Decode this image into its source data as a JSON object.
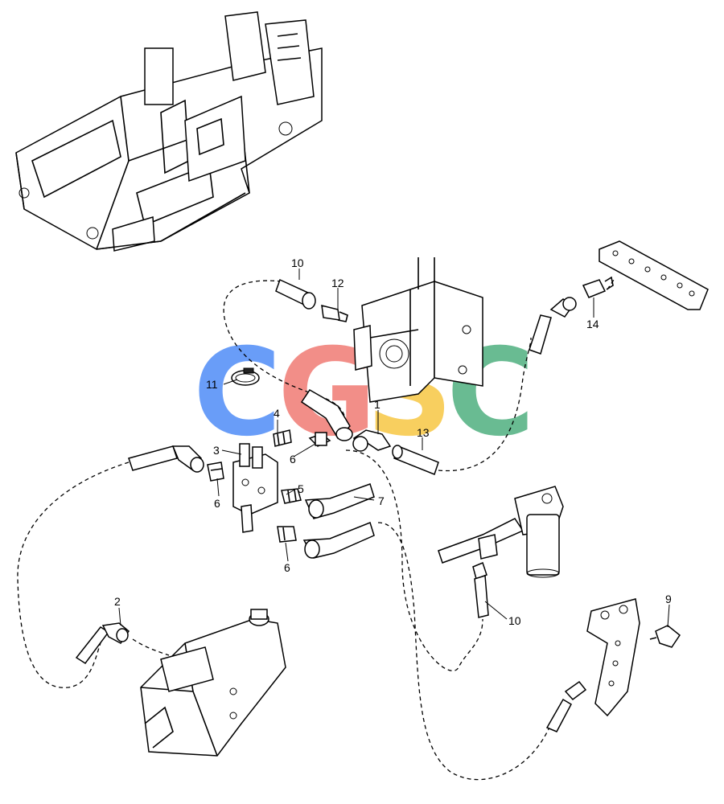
{
  "callouts": {
    "c1": "1",
    "c2": "2",
    "c3": "3",
    "c4": "4",
    "c5": "5",
    "c6a": "6",
    "c6b": "6",
    "c6c": "6",
    "c7": "7",
    "c9": "9",
    "c10a": "10",
    "c10b": "10",
    "c11": "11",
    "c12": "12",
    "c13": "13",
    "c14": "14"
  },
  "watermark": {
    "letters": [
      "C",
      "G",
      "S",
      "C"
    ],
    "colors": [
      "#4f8cf7",
      "#f07b74",
      "#f7c744",
      "#4fb07f"
    ]
  }
}
